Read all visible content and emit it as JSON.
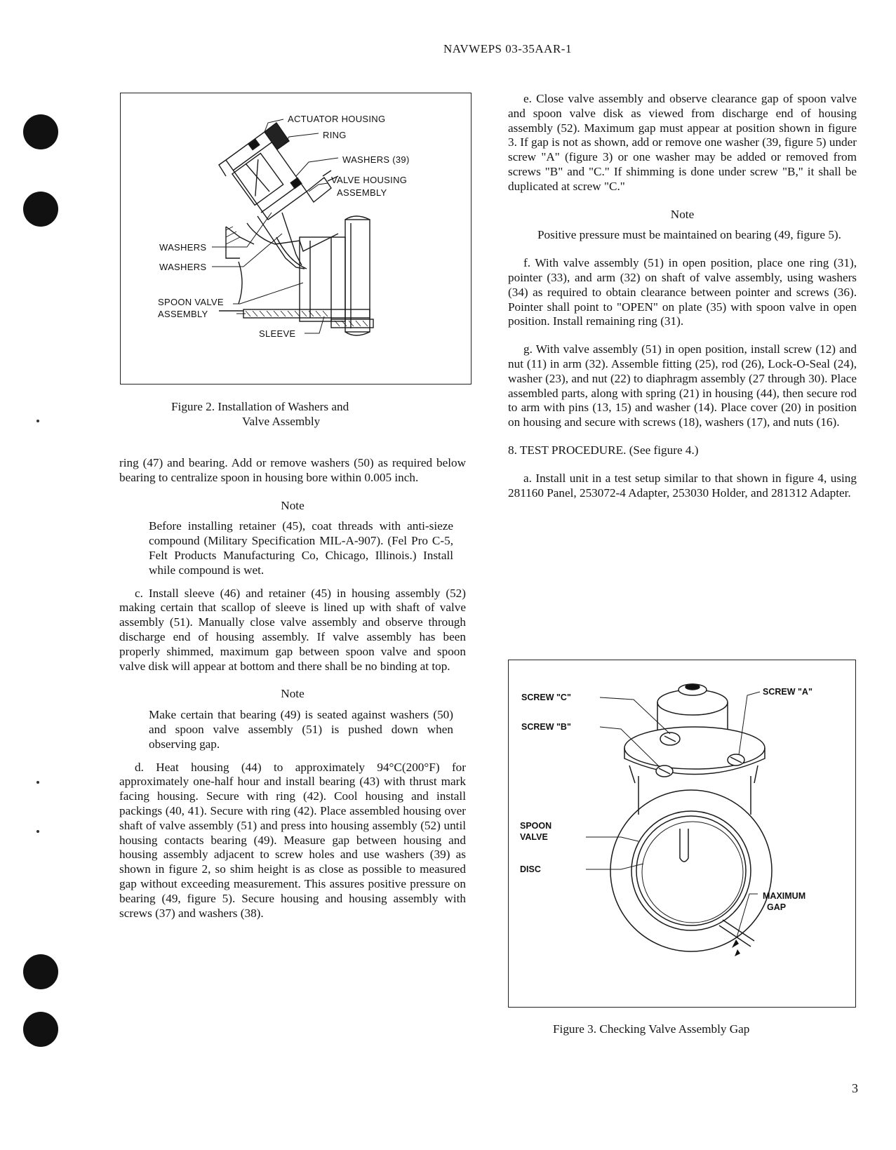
{
  "header": {
    "doc_number": "NAVWEPS 03-35AAR-1"
  },
  "page_number": "3",
  "figure2": {
    "labels": {
      "actuator_housing": "ACTUATOR HOUSING",
      "ring": "RING",
      "washers39": "WASHERS (39)",
      "valve_housing_1": "VALVE HOUSING",
      "valve_housing_2": "ASSEMBLY",
      "washers_a": "WASHERS",
      "washers_b": "WASHERS",
      "spoon_valve_1": "SPOON VALVE",
      "spoon_valve_2": "ASSEMBLY",
      "sleeve": "SLEEVE"
    },
    "caption_line1": "Figure 2.  Installation of Washers and",
    "caption_line2": "Valve Assembly"
  },
  "figure3": {
    "labels": {
      "screw_c": "SCREW \"C\"",
      "screw_b": "SCREW \"B\"",
      "screw_a": "SCREW \"A\"",
      "spoon_1": "SPOON",
      "spoon_2": "VALVE",
      "disc": "DISC",
      "max_gap_1": "MAXIMUM",
      "max_gap_2": "GAP"
    },
    "caption": "Figure 3.  Checking Valve Assembly Gap"
  },
  "left_column": {
    "para_cont": "ring (47) and bearing. Add or remove washers (50) as required below bearing to centralize spoon in housing bore within 0.005 inch.",
    "note1_heading": "Note",
    "note1_body": "Before installing retainer (45), coat threads with anti-sieze compound (Military Specification MIL-A-907). (Fel Pro C-5, Felt Products Manufacturing Co, Chicago, Illinois.) Install while compound is wet.",
    "para_c": "c. Install sleeve (46) and retainer (45) in housing assembly (52) making certain that scallop of sleeve is lined up with shaft of valve assembly (51). Manually close valve assembly and observe through discharge end of housing assembly. If valve assembly has been properly shimmed, maximum gap between spoon valve and spoon valve disk will appear at bottom and there shall be no binding at top.",
    "note2_heading": "Note",
    "note2_body": "Make certain that bearing (49) is seated against washers (50) and spoon valve assembly (51) is pushed down when observing gap.",
    "para_d": "d. Heat housing (44) to approximately 94°C(200°F) for approximately one-half hour and install bearing (43) with thrust mark facing housing. Secure with ring (42). Cool housing and install packings (40, 41). Secure with ring (42). Place assembled housing over shaft of valve assembly (51) and press into housing assembly (52) until housing contacts bearing (49). Measure gap between housing and housing assembly adjacent to screw holes and use washers (39) as shown in figure 2, so shim height is as close as possible to measured gap without exceeding measurement. This assures positive pressure on bearing (49, figure 5). Secure housing and housing assembly with screws (37) and washers (38)."
  },
  "right_column": {
    "para_e": "e. Close valve assembly and observe clearance gap of spoon valve and spoon valve disk as viewed from discharge end of housing assembly (52). Maximum gap must appear at position shown in figure 3. If gap is not as shown, add or remove one washer (39, figure 5) under screw \"A\" (figure 3) or one washer may be added or removed from screws \"B\" and \"C.\" If shimming is done under screw \"B,\" it shall be duplicated at screw \"C.\"",
    "note3_heading": "Note",
    "note3_body": "Positive pressure must be maintained on bearing (49, figure 5).",
    "para_f": "f. With valve assembly (51) in open position, place one ring (31), pointer (33), and arm (32) on shaft of valve assembly, using washers (34) as required to obtain clearance between pointer and screws (36). Pointer shall point to \"OPEN\" on plate (35) with spoon valve in open position. Install remaining ring (31).",
    "para_g": "g. With valve assembly (51) in open position, install screw (12) and nut (11) in arm (32). Assemble fitting (25), rod (26), Lock-O-Seal (24), washer (23), and nut (22) to diaphragm assembly (27 through 30). Place assembled parts, along with spring (21) in housing (44), then secure rod to arm with pins (13, 15) and washer (14). Place cover (20) in position on housing and secure with screws (18), washers (17), and nuts (16).",
    "section8": "8. TEST PROCEDURE. (See figure 4.)",
    "para_a": "a. Install unit in a test setup similar to that shown in figure 4, using 281160 Panel, 253072-4 Adapter, 253030 Holder, and 281312 Adapter."
  }
}
